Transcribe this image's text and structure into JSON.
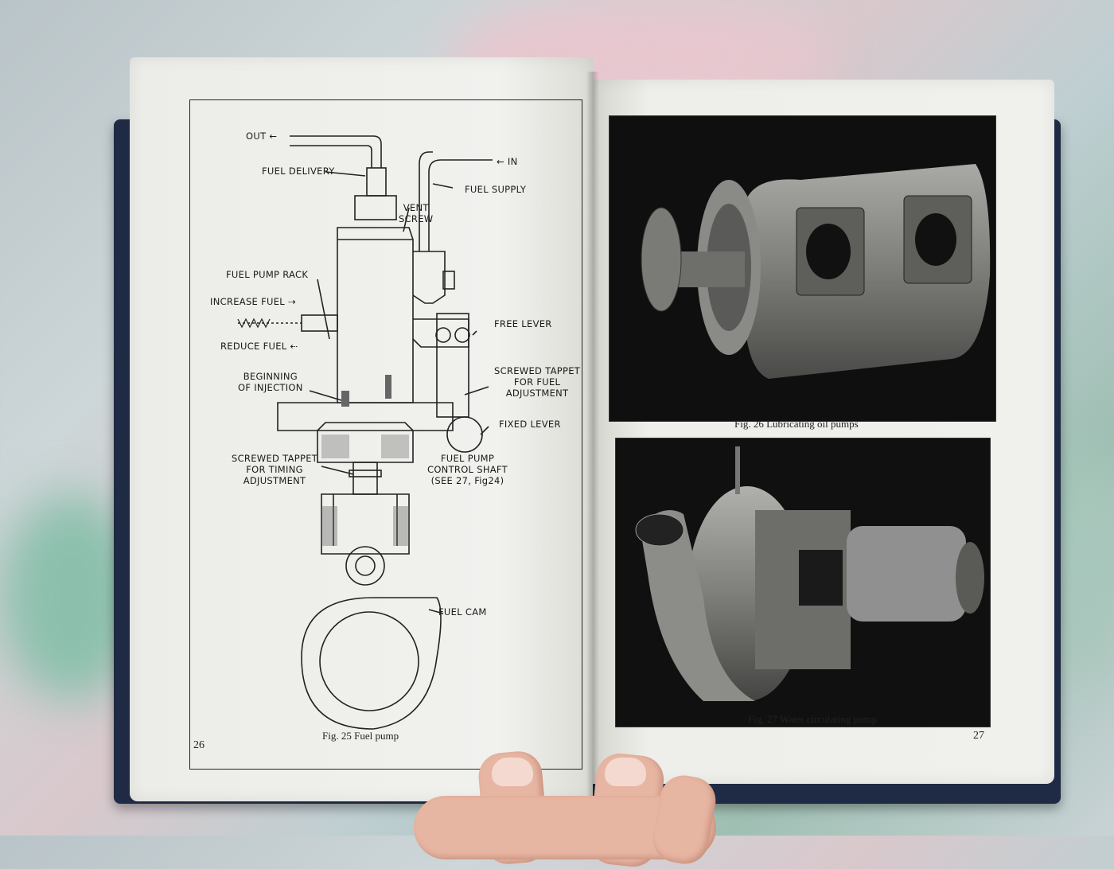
{
  "left_page": {
    "page_number": "26",
    "figure_caption": "Fig. 25   Fuel pump",
    "diagram_labels": {
      "out": "OUT",
      "in": "IN",
      "fuel_delivery": "FUEL DELIVERY",
      "fuel_supply": "FUEL SUPPLY",
      "vent_screw_line1": "VENT",
      "vent_screw_line2": "SCREW",
      "fuel_pump_rack": "FUEL PUMP RACK",
      "increase_fuel": "INCREASE FUEL",
      "reduce_fuel": "REDUCE FUEL",
      "free_lever": "FREE LEVER",
      "beginning_line1": "BEGINNING",
      "beginning_line2": "OF INJECTION",
      "screwed_tappet_fuel_line1": "SCREWED TAPPET",
      "screwed_tappet_fuel_line2": "FOR FUEL",
      "screwed_tappet_fuel_line3": "ADJUSTMENT",
      "fixed_lever": "FIXED LEVER",
      "screwed_tappet_timing_line1": "SCREWED TAPPET",
      "screwed_tappet_timing_line2": "FOR TIMING",
      "screwed_tappet_timing_line3": "ADJUSTMENT",
      "control_shaft_line1": "FUEL PUMP",
      "control_shaft_line2": "CONTROL SHAFT",
      "control_shaft_line3": "(SEE 27, Fig24)",
      "fuel_cam": "FUEL CAM"
    }
  },
  "right_page": {
    "page_number": "27",
    "figures": [
      {
        "caption": "Fig. 26   Lubricating oil pumps"
      },
      {
        "caption": "Fig. 27   Water circulating pump"
      }
    ]
  }
}
